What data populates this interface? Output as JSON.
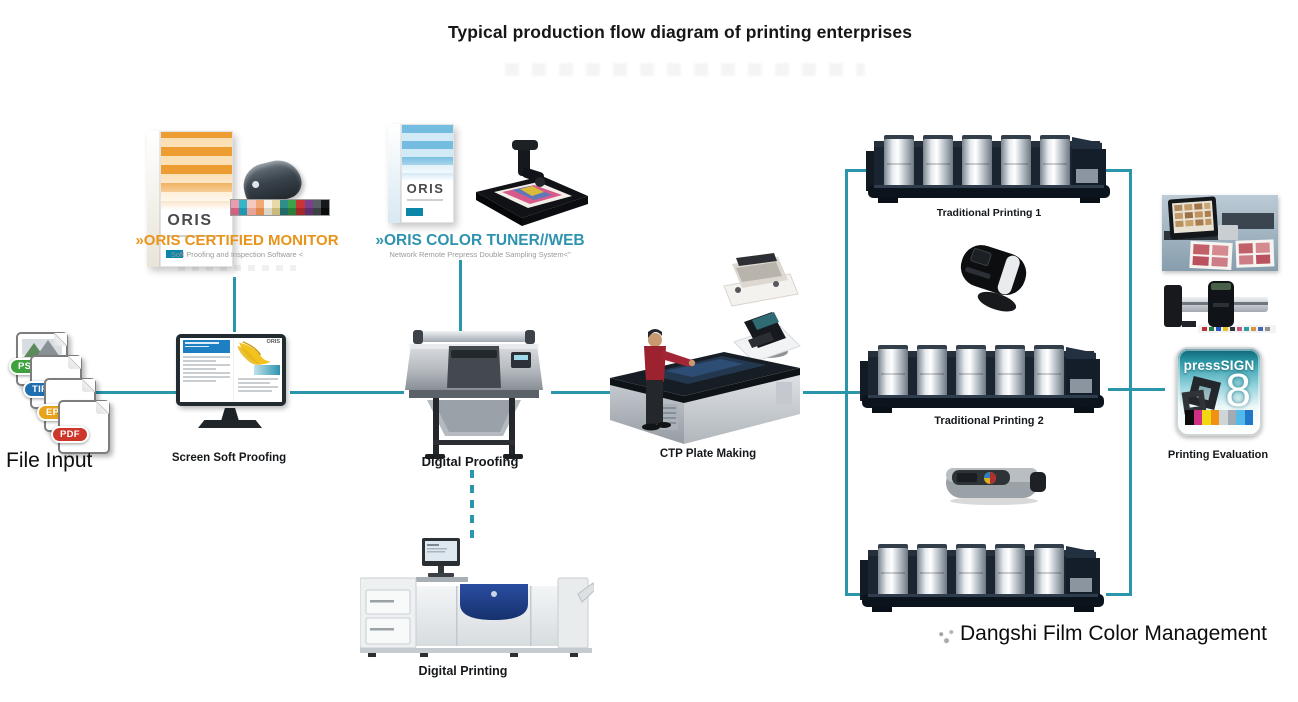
{
  "title": "Typical production flow diagram of printing enterprises",
  "connector_color": "#2a95ab",
  "file_input": {
    "label": "File Input",
    "badges": [
      {
        "label": "PS",
        "color": "#3da23d"
      },
      {
        "label": "TIF",
        "color": "#1f6fb0"
      },
      {
        "label": "EPS",
        "color": "#e9a21c"
      },
      {
        "label": "PDF",
        "color": "#cc362b"
      }
    ]
  },
  "oris_certified_monitor": {
    "heading": "»ORIS CERTIFIED MONITOR",
    "subheading": "Soft Proofing and Inspection Software <",
    "box_title": "ORIS",
    "accent_color": "#e8941a"
  },
  "oris_color_tuner": {
    "heading": "»ORIS COLOR TUNER//WEB",
    "subheading": "Network Remote Prepress Double Sampling System<\"",
    "box_title": "ORIS",
    "accent_color": "#2e93ae"
  },
  "stations": {
    "screen_soft_proofing": "Screen Soft Proofing",
    "digital_proofing": "Digital Proofing",
    "ctp_plate_making": "CTP Plate Making",
    "traditional_printing_1": "Traditional Printing 1",
    "traditional_printing_2": "Traditional Printing 2",
    "digital_printing": "Digital Printing",
    "printing_evaluation": "Printing Evaluation"
  },
  "monitor_screen_logo": "ORIS",
  "presssign_logo": {
    "brand": "pressSIGN",
    "version": "8"
  },
  "brand_caption": "Dangshi Film Color Management"
}
